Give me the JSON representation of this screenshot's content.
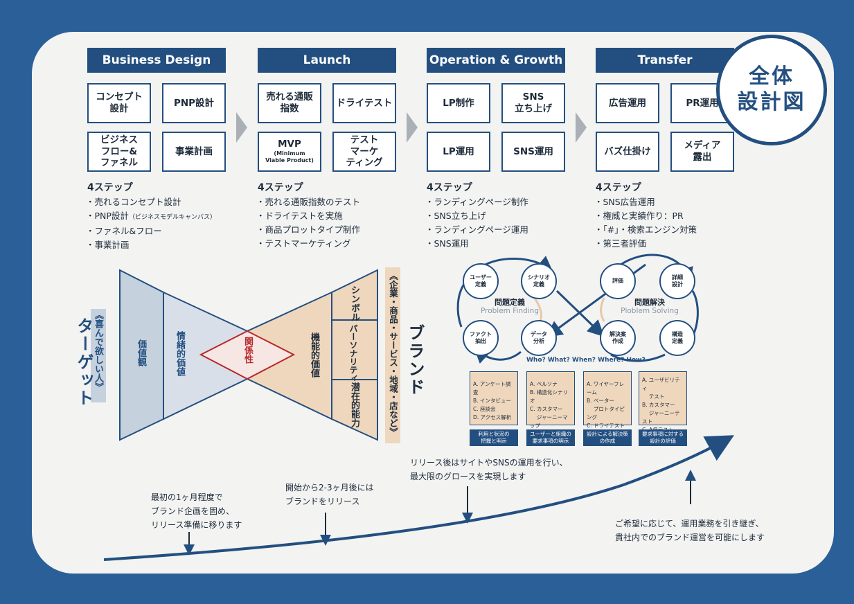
{
  "badge": {
    "line1": "全体",
    "line2": "設計図"
  },
  "phases": [
    {
      "title": "Business Design",
      "boxes": [
        "コンセプト\n設計",
        "PNP設計",
        "ビジネス\nフロー&\nファネル",
        "事業計画"
      ],
      "steps_title": "4ステップ",
      "steps": [
        "・売れるコンセプト設計",
        "・PNP設計",
        "・ファネル&フロー",
        "・事業計画"
      ],
      "steps_note": "（ビジネスモデルキャンバス）"
    },
    {
      "title": "Launch",
      "boxes": [
        "売れる通販\n指数",
        "ドライテスト",
        "MVP",
        "テスト\nマーケ\nティング"
      ],
      "mvp_sub": "(Minimum\nViable Product)",
      "steps_title": "4ステップ",
      "steps": [
        "・売れる通販指数のテスト",
        "・ドライテストを実施",
        "・商品プロットタイプ制作",
        "・テストマーケティング"
      ]
    },
    {
      "title": "Operation & Growth",
      "boxes": [
        "LP制作",
        "SNS\n立ち上げ",
        "LP運用",
        "SNS運用"
      ],
      "steps_title": "4ステップ",
      "steps": [
        "・ランディングページ制作",
        "・SNS立ち上げ",
        "・ランディングページ運用",
        "・SNS運用"
      ]
    },
    {
      "title": "Transfer",
      "boxes": [
        "広告運用",
        "PR運用",
        "バズ仕掛け",
        "メディア\n露出"
      ],
      "steps_title": "4ステップ",
      "steps": [
        "・SNS広告運用",
        "・権威と実績作り：PR",
        "・「#」・検索エンジン対策",
        "・第三者評価"
      ]
    }
  ],
  "brand_diagram": {
    "target_title": "ターゲット",
    "target_sub": "《喜んで欲しい人》",
    "left_labels": [
      "価値観",
      "情緒的価値"
    ],
    "center": "関係性",
    "right_main": "機能的価値",
    "right_cols": [
      "シンボル",
      "パーソナリティ",
      "潜在的能力"
    ],
    "brand_title": "ブランド",
    "brand_sub": "《企業・商品・サービス・地域・店など》"
  },
  "process": {
    "nodes": [
      "ユーザー\n定義",
      "シナリオ\n定義",
      "ファクト\n抽出",
      "データ\n分析",
      "評価",
      "詳細\n設計",
      "解決案\n作成",
      "構造\n定義"
    ],
    "left_center": {
      "title": "問題定義",
      "sub": "Problem Finding"
    },
    "right_center": {
      "title": "問題解決",
      "sub": "Ploblem Solving"
    },
    "question": "Who? What? When? Where? How?",
    "cards": [
      {
        "items": "A. アンケート調査\nB. インタビュー\nC. 座談会\nD. アクセス解析",
        "label": "利用と状況の\n把握と明示"
      },
      {
        "items": "A. ペルソナ\nB. 構造化シナリオ\nC. カスタマー\n　 ジャーニーマップ",
        "label": "ユーザーと組織の\n要求事項の明示"
      },
      {
        "items": "A. ワイヤーフレーム\nB. ベーター\n　 プロトタイピング\nC. ドライテスト",
        "label": "設計による解決策\nの作成"
      },
      {
        "items": "A. ユーザビリティ\n　 テスト\nB. カスタマー\n　 ジャーニーテスト\nC. A/Bテスト",
        "label": "要求事項に対する\n設計の評価"
      }
    ]
  },
  "timeline": {
    "notes": [
      "最初の1ヶ月程度で\nブランド企画を固め、\nリリース準備に移ります",
      "開始から2-3ヶ月後には\nブランドをリリース",
      "リリース後はサイトやSNSの運用を行い、\n最大限のグロースを実現します",
      "ご希望に応じて、運用業務を引き継ぎ、\n貴社内でのブランド運営を可能にします"
    ]
  }
}
